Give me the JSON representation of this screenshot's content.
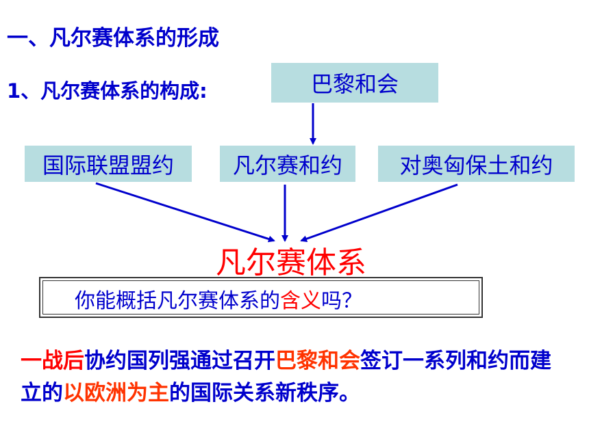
{
  "section_title": "一、凡尔赛体系的形成",
  "subsection_title": "1、凡尔赛体系的构成:",
  "top_box": "巴黎和会",
  "components": {
    "league": "国际联盟盟约",
    "versailles": "凡尔赛和约",
    "austria": "对奥匈保土和约"
  },
  "result": "凡尔赛体系",
  "question": {
    "prefix": "你能概括凡尔赛体系的",
    "highlight": "含义",
    "suffix": "吗？"
  },
  "answer": {
    "p1": "一战后",
    "p2": "协约国列强通过召开",
    "p3": "巴黎和会",
    "p4": "签订一系列和约而建立的",
    "p5": "以欧洲为主",
    "p6": "的国际关系新秩序。"
  },
  "colors": {
    "text_blue": "#0000cc",
    "box_fill": "#b7dde0",
    "highlight_red": "#ff0000",
    "highlight_orange": "#ff3300",
    "arrow_blue": "#0000cc"
  }
}
